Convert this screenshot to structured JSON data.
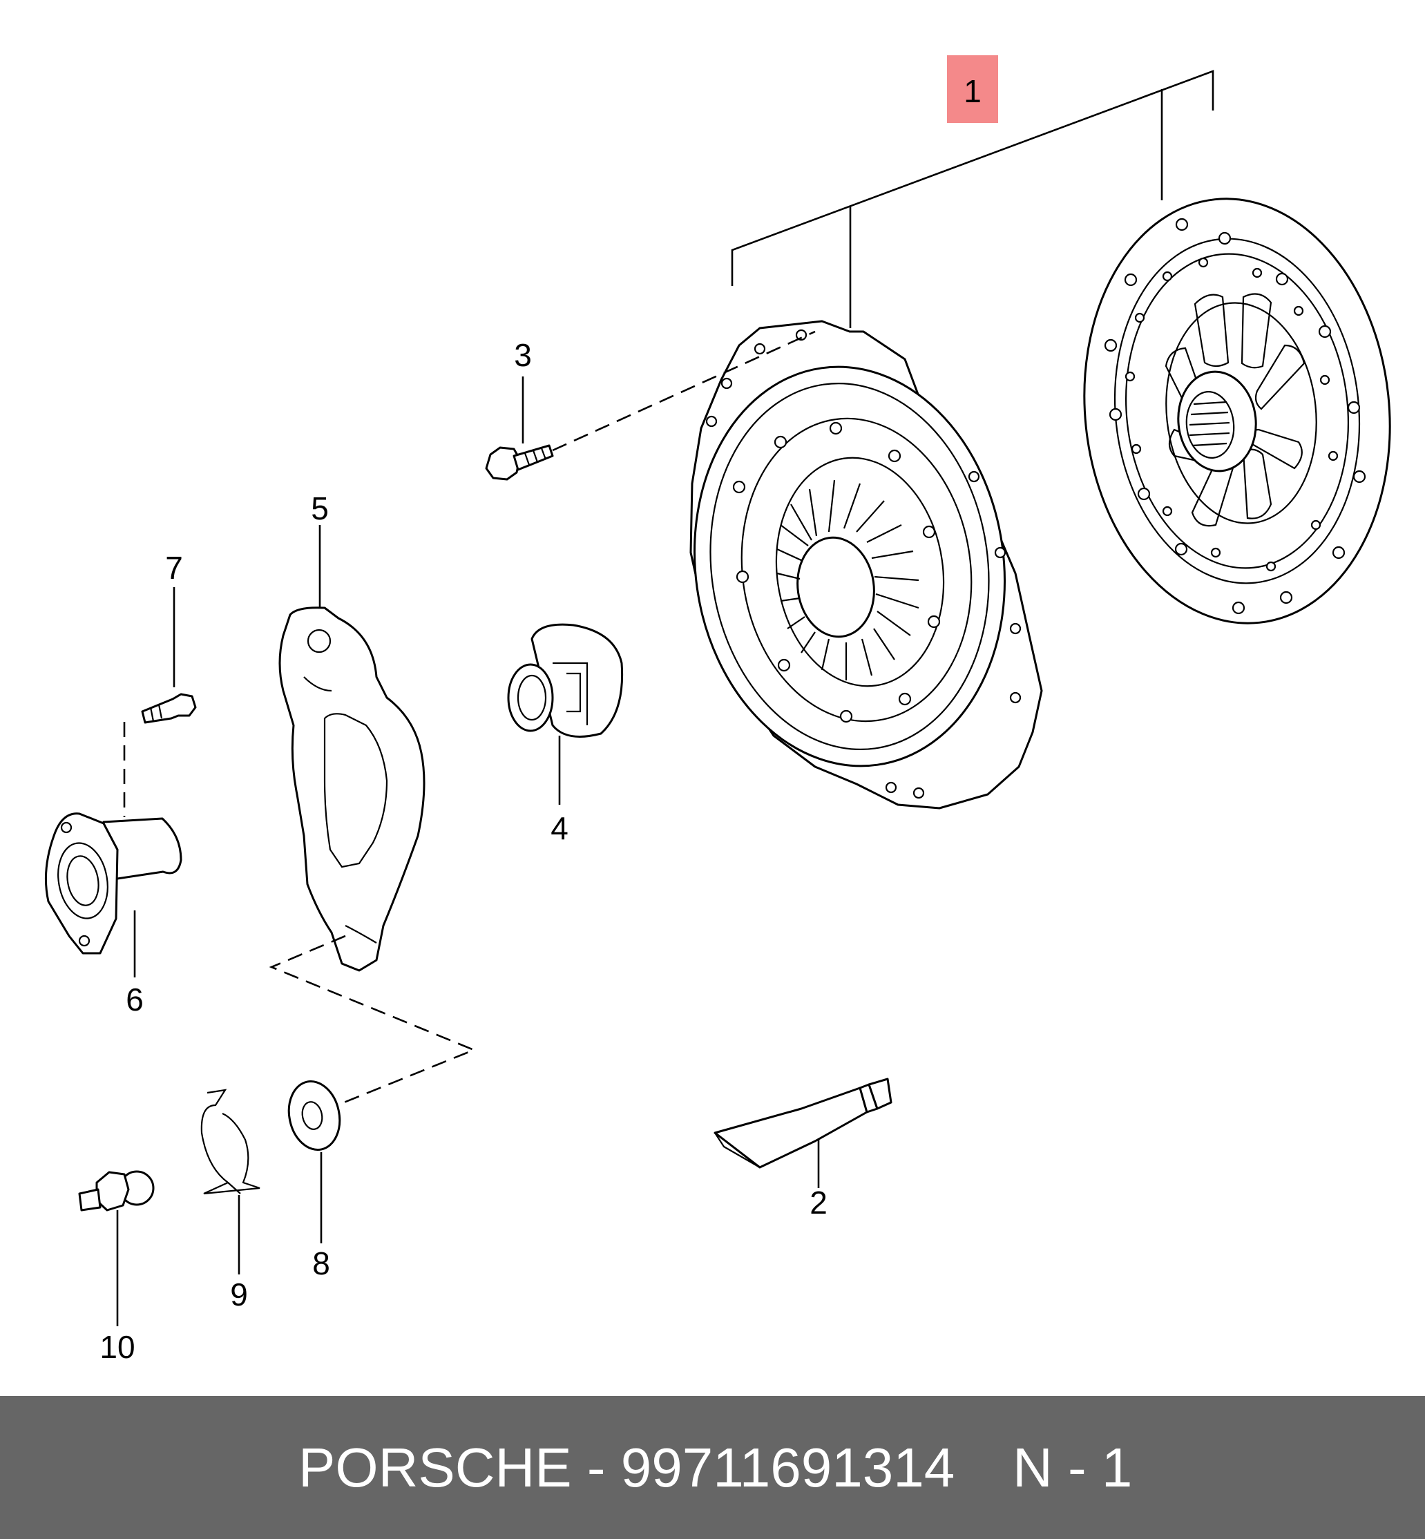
{
  "callouts": {
    "c1": "1",
    "c2": "2",
    "c3": "3",
    "c4": "4",
    "c5": "5",
    "c6": "6",
    "c7": "7",
    "c8": "8",
    "c9": "9",
    "c10": "10"
  },
  "highlight_color": "#f4898a",
  "footer": {
    "brand_part": "PORSCHE - 99711691314",
    "quantity": "N - 1",
    "background": "#666666"
  }
}
